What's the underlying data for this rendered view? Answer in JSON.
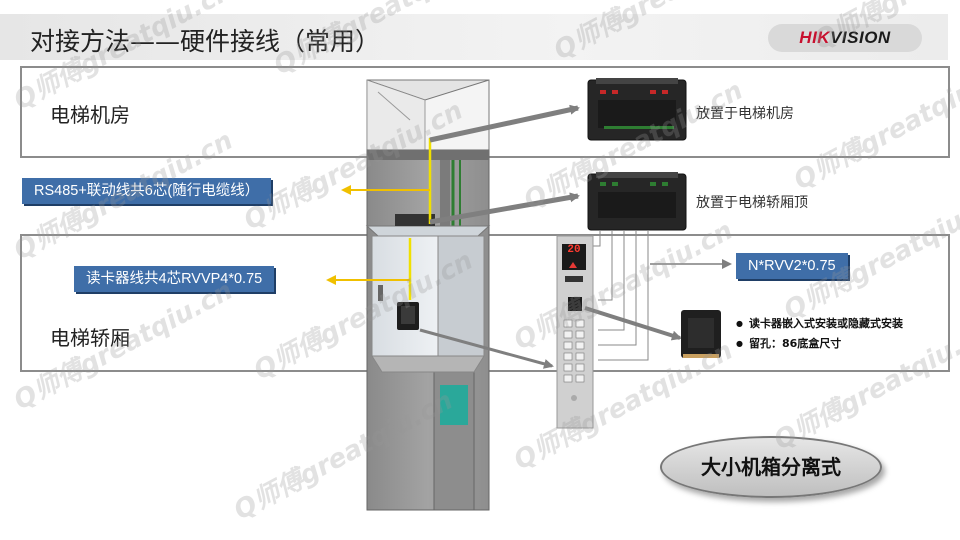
{
  "title": "对接方法——硬件接线（常用）",
  "brand": {
    "text": "HIKVISION",
    "color_red": "#c8102e",
    "color_dark": "#1a1a1a"
  },
  "zones": {
    "machine_room": "电梯机房",
    "elevator_car": "电梯轿厢"
  },
  "cable_labels": {
    "trailing_cable": "RS485+联动线共6芯(随行电缆线）",
    "card_reader_cable": "读卡器线共4芯RVVP4*0.75",
    "n_rvv": "N*RVV2*0.75"
  },
  "device_captions": {
    "controller_room": "放置于电梯机房",
    "controller_car_top": "放置于电梯轿厢顶"
  },
  "panel": {
    "floor_display": "20"
  },
  "notes": [
    "读卡器嵌入式安装或隐藏式安装",
    "留孔：86底盒尺寸"
  ],
  "style_badge": "大小机箱分离式",
  "watermark_text": "Q师傅greatqiu.cn",
  "colors": {
    "box_blue": "#3f6ea8",
    "accent_yellow": "#f0e000",
    "arrow_gray": "#7f7f7f",
    "door_teal": "#2aa89a"
  }
}
